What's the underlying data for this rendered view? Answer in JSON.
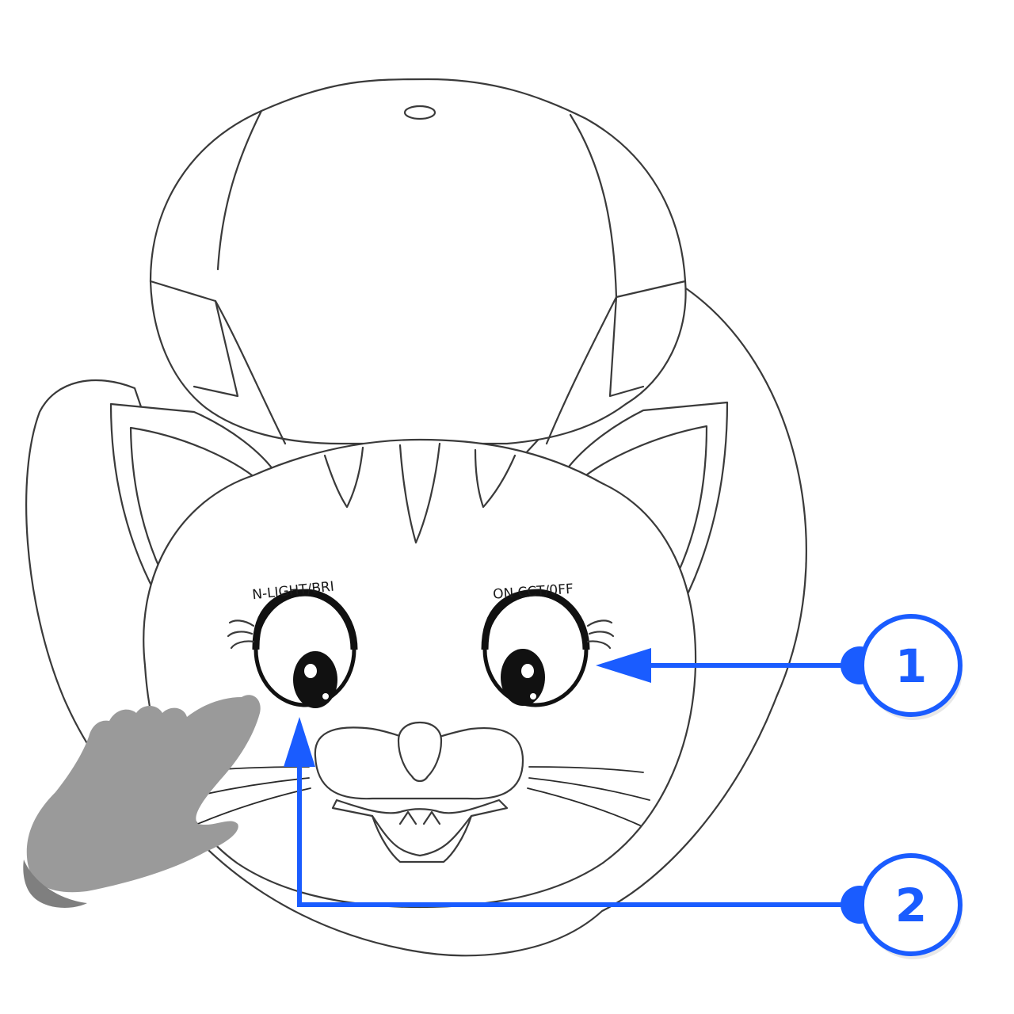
{
  "labels": {
    "left_eye_button": "N-LIGHT/BRI",
    "right_eye_button": "ON CCT/0FF"
  },
  "callouts": [
    {
      "number": "1",
      "target": "right-eye-button"
    },
    {
      "number": "2",
      "target": "left-eye-button"
    }
  ],
  "colors": {
    "callout": "#1a5cff",
    "outline": "#3a3a3a",
    "hand": "#9a9a9a"
  },
  "icons": {
    "pointer": "pointing-hand-icon"
  }
}
